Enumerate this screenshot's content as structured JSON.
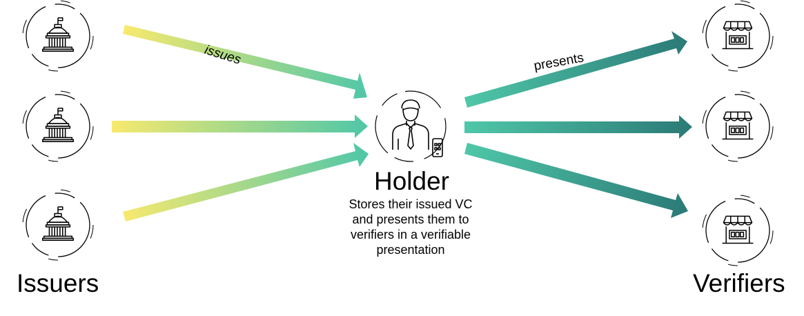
{
  "labels": {
    "issuers": "Issuers",
    "verifiers": "Verifiers",
    "holder": "Holder",
    "holder_description": "Stores their issued VC\nand presents them to\nverifiers in a verifiable\npresentation",
    "issues_edge": "issues",
    "presents_edge": "presents"
  },
  "icons": {
    "issuer": "government-building-icon",
    "holder": "person-with-phone-icon",
    "verifier": "shop-storefront-icon"
  },
  "colors": {
    "gradient_start": "#f7e96e",
    "gradient_mid": "#4fc7a8",
    "gradient_end": "#2b7a77",
    "icon_stroke": "#000000"
  }
}
